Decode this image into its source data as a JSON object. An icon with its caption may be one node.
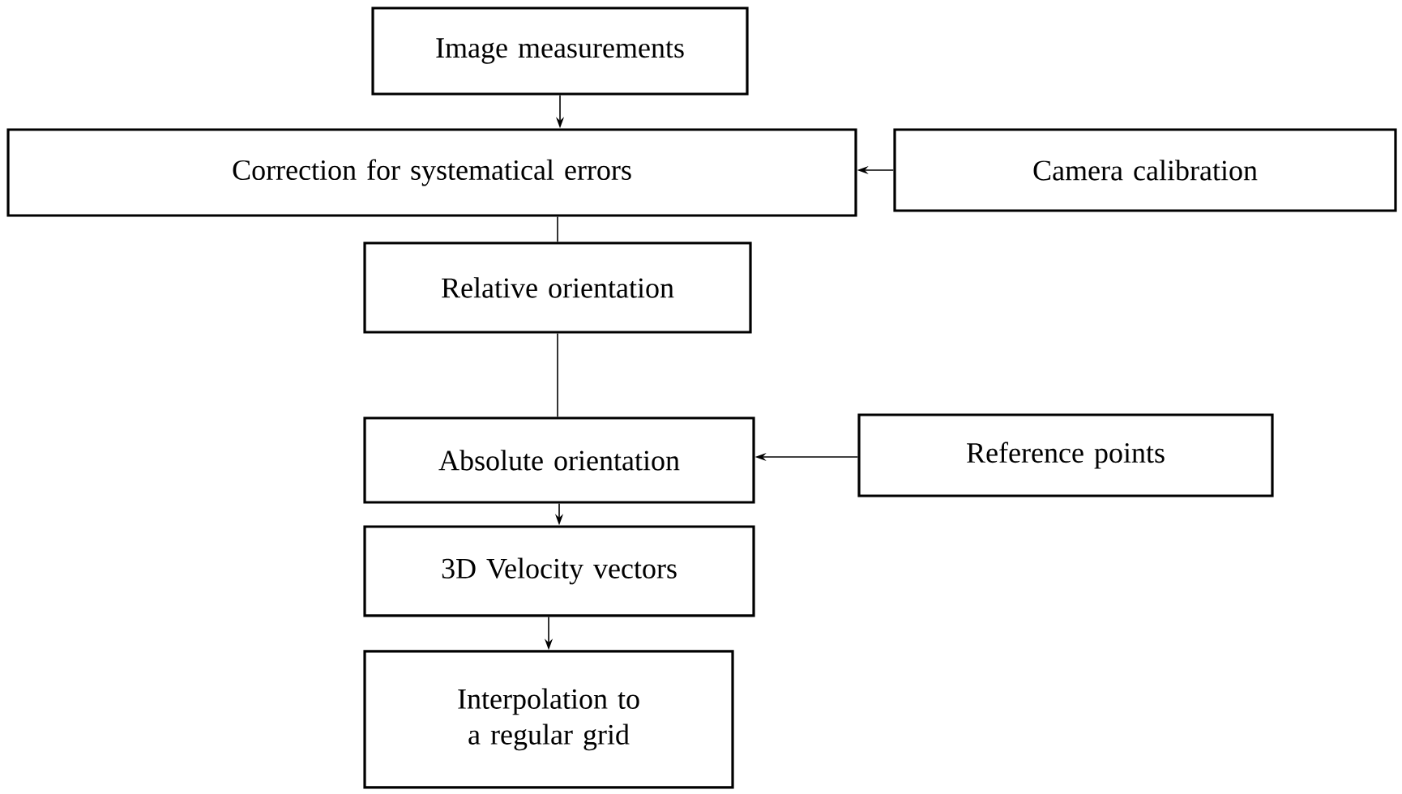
{
  "diagram": {
    "nodes": [
      {
        "text": [
          "Image measurements"
        ]
      },
      {
        "text": [
          "Correction for systematical errors"
        ]
      },
      {
        "text": [
          "Camera calibration"
        ]
      },
      {
        "text": [
          "Relative orientation"
        ]
      },
      {
        "text": [
          "Absolute orientation"
        ]
      },
      {
        "text": [
          "Reference points"
        ]
      },
      {
        "text": [
          "3D Velocity vectors"
        ]
      },
      {
        "text": [
          "Interpolation to a regular grid"
        ]
      }
    ],
    "edges": [
      {
        "from": 0,
        "to": 1,
        "arrow": "to"
      },
      {
        "from": 2,
        "to": 1,
        "arrow": "to"
      },
      {
        "from": 1,
        "to": 3,
        "arrow": "none"
      },
      {
        "from": 3,
        "to": 4,
        "arrow": "none"
      },
      {
        "from": 5,
        "to": 4,
        "arrow": "to"
      },
      {
        "from": 4,
        "to": 6,
        "arrow": "to"
      },
      {
        "from": 6,
        "to": 7,
        "arrow": "to"
      }
    ]
  }
}
